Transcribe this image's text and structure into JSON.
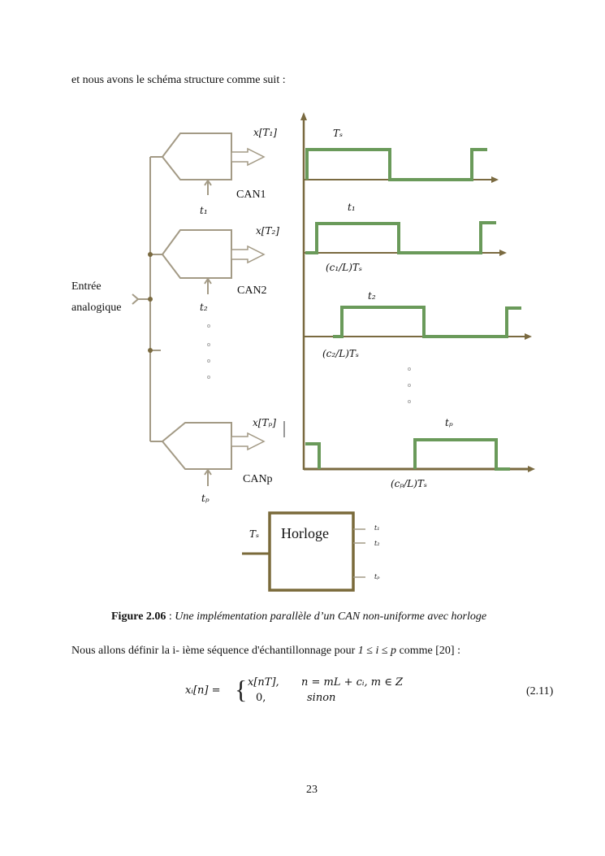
{
  "intro_text": "et nous avons le schéma structure comme suit :",
  "figure": {
    "input_label_line1": "Entrée",
    "input_label_line2": "analogique",
    "converters": [
      {
        "name": "CAN1",
        "output": "x[T₁]",
        "clock": "t₁"
      },
      {
        "name": "CAN2",
        "output": "x[T₂]",
        "clock": "t₂"
      },
      {
        "name": "CANp",
        "output": "x[Tₚ]",
        "clock": "tₚ"
      }
    ],
    "timing": [
      {
        "label": "Tₛ",
        "offset_label": ""
      },
      {
        "label": "t₁",
        "offset_label": "(c₁/L)Tₛ"
      },
      {
        "label": "t₂",
        "offset_label": "(c₂/L)Tₛ"
      },
      {
        "label": "tₚ",
        "offset_label": "(cₚ/L)Tₛ"
      }
    ],
    "clock_block": {
      "title": "Horloge",
      "input": "Tₛ",
      "outputs": [
        "t₁",
        "t₂",
        "tₚ"
      ]
    },
    "colors": {
      "wire": "#a39a85",
      "axis": "#7a6a40",
      "signal": "#6a9a5a",
      "clock_border": "#7a6a3a"
    }
  },
  "caption": {
    "label": "Figure 2.06",
    "separator": " : ",
    "text": "Une implémentation parallèle d’un CAN non-uniforme avec horloge"
  },
  "paragraph": {
    "before": "Nous allons définir la i- ième séquence d'échantillonnage pour ",
    "condition": "1 ≤ i ≤ p",
    "after": " comme [20] :"
  },
  "equation": {
    "lhs": "xᵢ[n] =",
    "case1_value": "x[nT],",
    "case1_condition": "n = mL +  cᵢ, m ∈ Z",
    "case2_value": "0,",
    "case2_condition": "sinon",
    "number": "(2.11)"
  },
  "page_number": "23"
}
